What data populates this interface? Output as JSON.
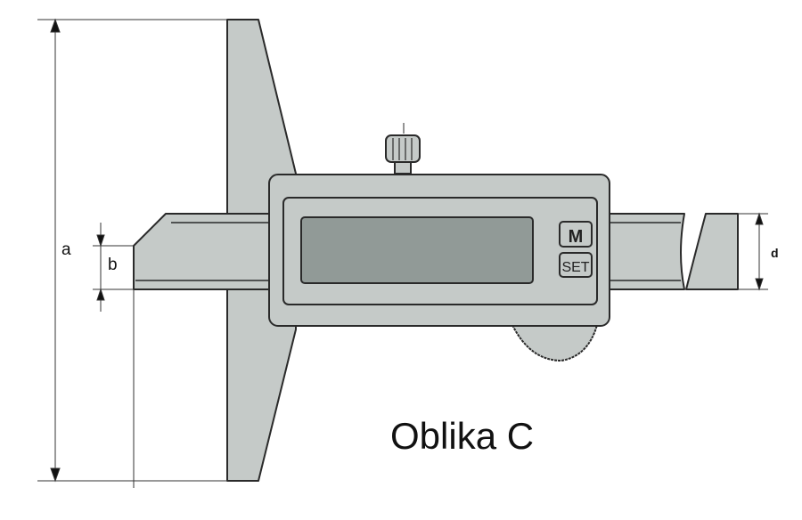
{
  "caption": "Oblika C",
  "dimensions": {
    "a": "a",
    "b": "b",
    "d": "d"
  },
  "buttons": {
    "mode": "M",
    "set": "SET"
  },
  "colors": {
    "body": "#c5cac8",
    "screen": "#919a97",
    "outline": "#2a2a2a"
  }
}
